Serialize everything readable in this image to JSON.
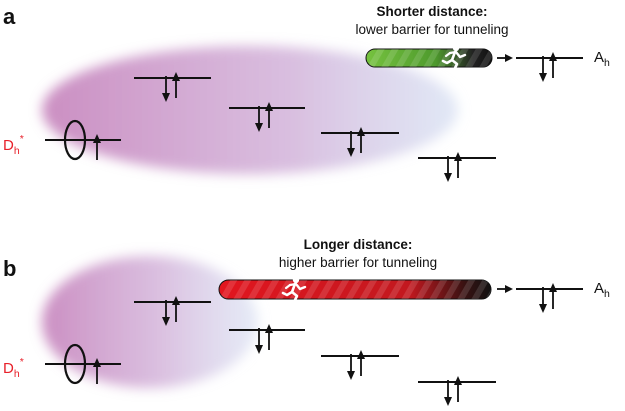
{
  "figure": {
    "panels": [
      {
        "label": "a",
        "caption_title": "Shorter distance:",
        "caption_subtitle": "lower barrier for tunneling",
        "donor_label": "D",
        "donor_sub": "h",
        "donor_sup": "*",
        "acceptor_label": "A",
        "acceptor_sub": "h",
        "barrier": "short"
      },
      {
        "label": "b",
        "caption_title": "Longer distance:",
        "caption_subtitle": "higher barrier for tunneling",
        "donor_label": "D",
        "donor_sub": "h",
        "donor_sup": "*",
        "acceptor_label": "A",
        "acceptor_sub": "h",
        "barrier": "long"
      }
    ],
    "colors": {
      "donor_label": "#e8202a",
      "cloud": "#c77dbb",
      "cloud_fade": "#c9d3ec",
      "short_barrier_start": "#6fbf3c",
      "short_barrier_end": "#111111",
      "long_barrier_start": "#e4161f",
      "long_barrier_end": "#111111"
    },
    "icons": [
      "running-person-icon"
    ]
  }
}
